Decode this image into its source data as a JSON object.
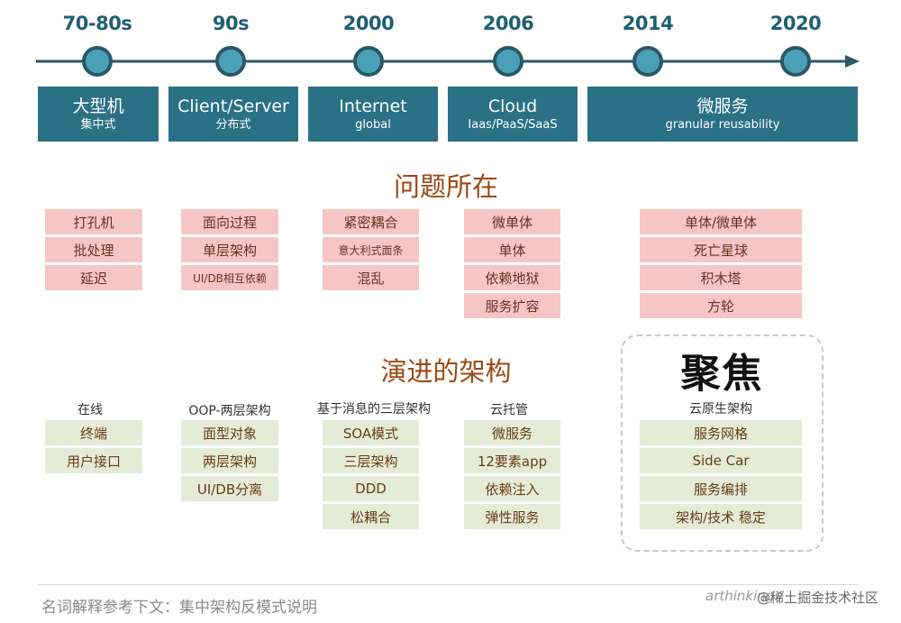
{
  "timeline": {
    "years": [
      "70-80s",
      "90s",
      "2000",
      "2006",
      "2014",
      "2020"
    ],
    "eras": [
      {
        "title": "大型机",
        "subtitle": "集中式"
      },
      {
        "title": "Client/Server",
        "subtitle": "分布式"
      },
      {
        "title": "Internet",
        "subtitle": "global"
      },
      {
        "title": "Cloud",
        "subtitle": "Iaas/PaaS/SaaS"
      },
      {
        "title": "微服务",
        "subtitle": "granular reusability"
      }
    ],
    "colors": {
      "line": "#2a5868",
      "node_fill": "#4aa0b7",
      "era_bg": "#2a7186",
      "year_text": "#1e5f73"
    }
  },
  "problems": {
    "title": "问题所在",
    "columns": [
      [
        "打孔机",
        "批处理",
        "延迟"
      ],
      [
        "面向过程",
        "单层架构",
        "UI/DB相互依赖"
      ],
      [
        "紧密耦合",
        "意大利式面条",
        "混乱"
      ],
      [
        "微单体",
        "单体",
        "依赖地狱",
        "服务扩容"
      ],
      [
        "单体/微单体",
        "死亡星球",
        "积木塔",
        "方轮"
      ]
    ]
  },
  "evolution": {
    "title": "演进的架构",
    "columns": [
      {
        "label": "在线",
        "items": [
          "终端",
          "用户接口"
        ]
      },
      {
        "label": "OOP-两层架构",
        "items": [
          "面型对象",
          "两层架构",
          "UI/DB分离"
        ]
      },
      {
        "label": "基于消息的三层架构",
        "items": [
          "SOA模式",
          "三层架构",
          "DDD",
          "松耦合"
        ]
      },
      {
        "label": "云托管",
        "items": [
          "微服务",
          "12要素app",
          "依赖注入",
          "弹性服务"
        ]
      }
    ]
  },
  "focus": {
    "title": "聚焦",
    "label": "云原生架构",
    "items": [
      "服务网格",
      "Side Car",
      "服务编排",
      "架构/技术 稳定"
    ]
  },
  "footer": {
    "note": "名词解释参考下文：集中架构反模式说明",
    "watermark_script": "arthinking /",
    "watermark": "@稀土掘金技术社区"
  }
}
